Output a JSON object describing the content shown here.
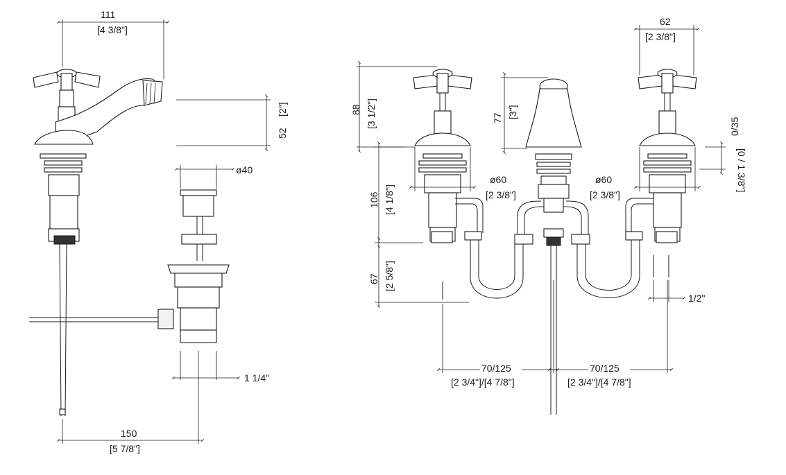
{
  "side_view": {
    "spout_width": {
      "mm": "111",
      "inch": "[4 3/8\"]"
    },
    "head_height": {
      "mm": "52",
      "inch": "[2\"]"
    },
    "waste_diameter": {
      "mm": "ø40"
    },
    "waste_thread": {
      "inch": "1 1/4\""
    },
    "projection": {
      "mm": "150",
      "inch": "[5 7/8\"]"
    }
  },
  "front_view": {
    "handle_height": {
      "mm": "88",
      "inch": "[3 1/2\"]"
    },
    "handle_width": {
      "mm": "62",
      "inch": "[2 3/8\"]"
    },
    "spout_height": {
      "mm": "77",
      "inch": "[3\"]"
    },
    "deck_range": {
      "mm": "0/35",
      "inch": "[0 / 1 3/8\"]"
    },
    "shank_height": {
      "mm": "106",
      "inch": "[4 1/8\"]"
    },
    "left_flange_dia": {
      "mm": "ø60",
      "inch": "[2 3/8\"]"
    },
    "right_flange_dia": {
      "mm": "ø60",
      "inch": "[2 3/8\"]"
    },
    "pipe_drop": {
      "mm": "67",
      "inch": "[2 5/8\"]"
    },
    "inlet_size": {
      "inch": "1/2\""
    },
    "left_spacing": {
      "mm": "70/125",
      "inch": "[2 3/4\"]/[4 7/8\"]"
    },
    "right_spacing": {
      "mm": "70/125",
      "inch": "[2 3/4\"]/[4 7/8\"]"
    }
  }
}
